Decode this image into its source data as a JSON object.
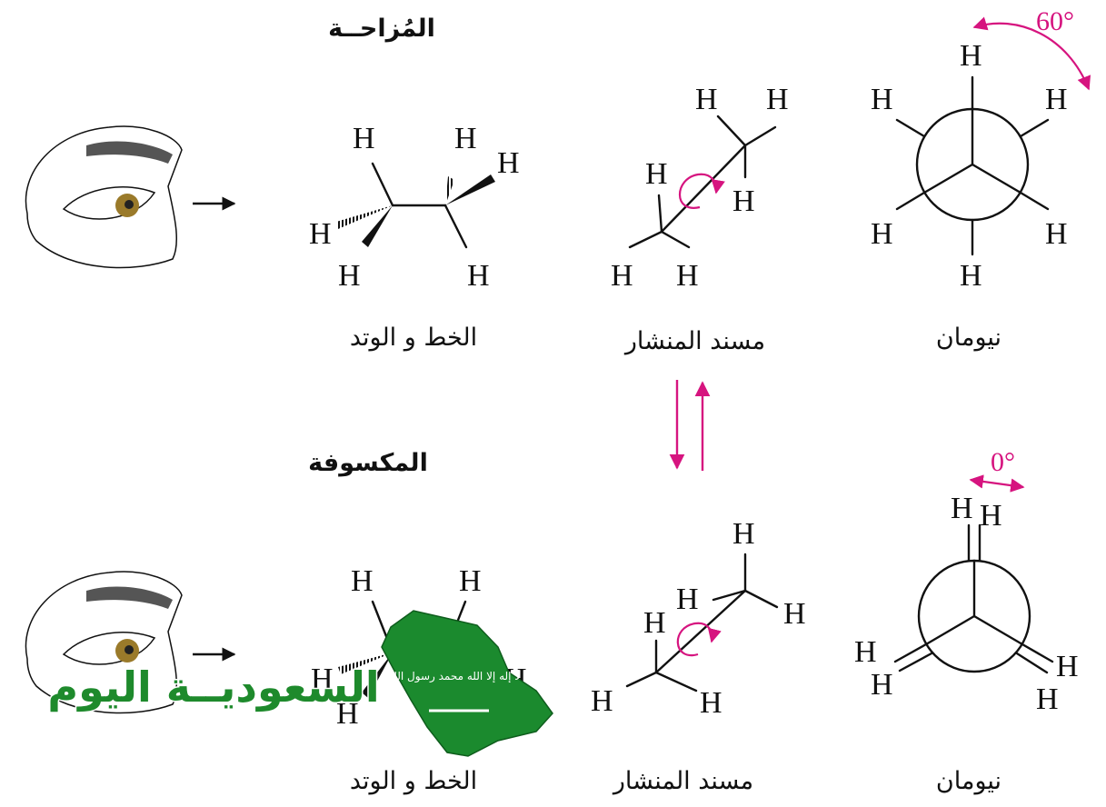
{
  "labels": {
    "staggered_title": "المُزاحــة",
    "eclipsed_title": "المكسوفة",
    "wedge_dash": "الخط و الوتد",
    "sawhorse": "مسند المنشار",
    "newman": "نيومان"
  },
  "atoms": {
    "hydrogen": "H"
  },
  "angles": {
    "staggered": "60°",
    "eclipsed": "0°"
  },
  "watermark": {
    "text": "السعوديــة اليوم",
    "flag_text": "لا إله إلا الله محمد رسول الله"
  },
  "colors": {
    "accent": "#d6147f",
    "watermark_green": "#1e8a2c",
    "flag_green": "#1b8a2e"
  },
  "icons": [
    "eye-icon",
    "arrow-right-icon",
    "equilibrium-arrows-icon",
    "rotation-arrow-icon",
    "saudi-map-icon"
  ]
}
